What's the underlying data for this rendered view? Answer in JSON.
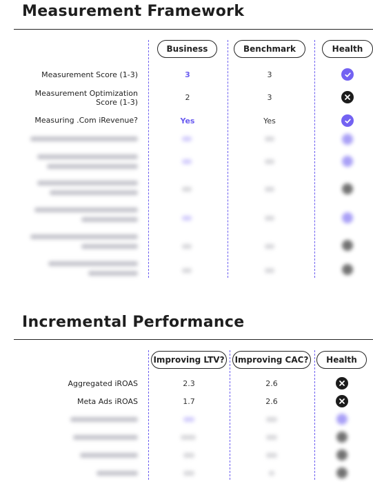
{
  "section1": {
    "title": "Measurement Framework",
    "headers": {
      "business": "Business",
      "benchmark": "Benchmark",
      "health": "Health"
    },
    "rows": [
      {
        "label": "Measurement Score (1-3)",
        "business": "3",
        "benchmark": "3",
        "health": "ok"
      },
      {
        "label": "Measurement Optimization Score (1-3)",
        "business": "2",
        "benchmark": "3",
        "health": "bad"
      },
      {
        "label": "Measuring .Com iRevenue?",
        "business": "Yes",
        "benchmark": "Yes",
        "health": "ok"
      }
    ]
  },
  "section2": {
    "title": "Incremental Performance",
    "headers": {
      "ltv": "Improving LTV?",
      "cac": "Improving CAC?",
      "health": "Health"
    },
    "rows": [
      {
        "label": "Aggregated iROAS",
        "ltv": "2.3",
        "cac": "2.6",
        "health": "bad"
      },
      {
        "label": "Meta Ads iROAS",
        "ltv": "1.7",
        "cac": "2.6",
        "health": "bad"
      }
    ]
  },
  "colors": {
    "accent": "#6a5cf0",
    "dark": "#1c1c1c"
  },
  "icons": {
    "ok": "check-circle-icon",
    "bad": "x-circle-icon"
  }
}
